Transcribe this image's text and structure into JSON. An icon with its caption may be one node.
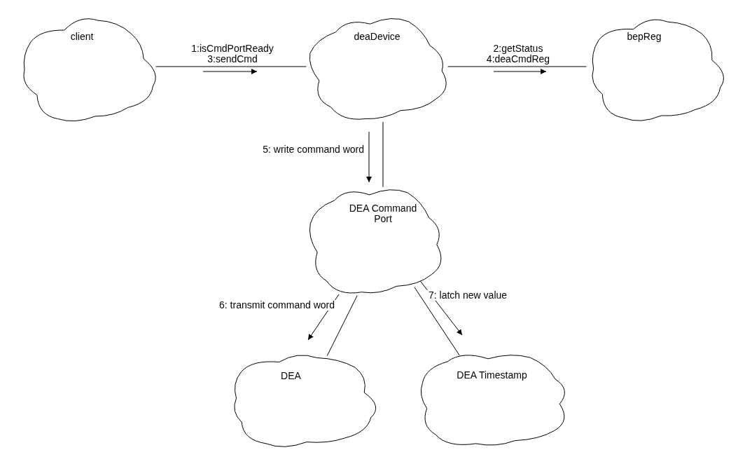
{
  "diagram": {
    "nodes": [
      {
        "text": [
          "client"
        ]
      },
      {
        "text": [
          "deaDevice"
        ]
      },
      {
        "text": [
          "bepReg"
        ]
      },
      {
        "text": [
          "DEA Command Port"
        ]
      },
      {
        "text": [
          "DEA"
        ]
      },
      {
        "text": [
          "DEA Timestamp"
        ]
      }
    ],
    "edges": [
      {
        "from": 0,
        "to": 1,
        "arrow": "none",
        "label": "1:isCmdPortReady 3:sendCmd"
      },
      {
        "from": 1,
        "to": 2,
        "arrow": "none",
        "label": "2:getStatus 4:deaCmdReg"
      },
      {
        "from": 1,
        "to": 3,
        "arrow": "none",
        "label": "5: write command word"
      },
      {
        "from": 3,
        "to": 4,
        "arrow": "none",
        "label": "6: transmit command word"
      },
      {
        "from": 3,
        "to": 5,
        "arrow": "none",
        "label": "7: latch new value"
      }
    ]
  }
}
